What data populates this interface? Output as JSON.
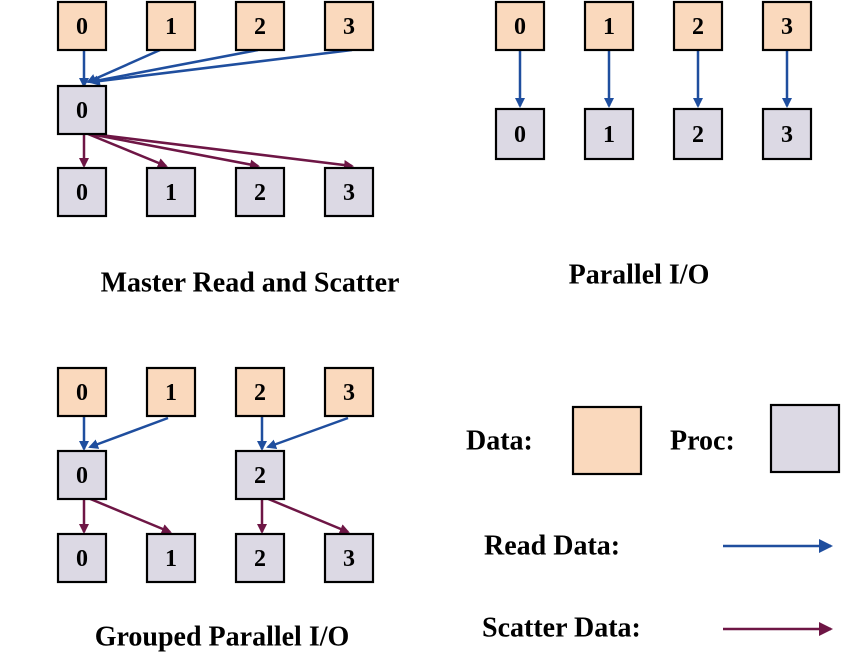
{
  "colors": {
    "data_box": "#FAD9BD",
    "proc_box": "#DCD9E4",
    "read_arrow": "#1F4E9E",
    "scatter_arrow": "#6E1645"
  },
  "panels": {
    "master": {
      "caption": "Master Read and Scatter",
      "data_labels": [
        "0",
        "1",
        "2",
        "3"
      ],
      "master_label": "0",
      "proc_labels": [
        "0",
        "1",
        "2",
        "3"
      ]
    },
    "parallel": {
      "caption": "Parallel I/O",
      "data_labels": [
        "0",
        "1",
        "2",
        "3"
      ],
      "proc_labels": [
        "0",
        "1",
        "2",
        "3"
      ]
    },
    "grouped": {
      "caption": "Grouped Parallel I/O",
      "data_labels": [
        "0",
        "1",
        "2",
        "3"
      ],
      "group_master_labels": [
        "0",
        "2"
      ],
      "proc_labels": [
        "0",
        "1",
        "2",
        "3"
      ]
    }
  },
  "legend": {
    "data_label": "Data:",
    "proc_label": "Proc:",
    "read_label": "Read Data:",
    "scatter_label": "Scatter Data:"
  }
}
